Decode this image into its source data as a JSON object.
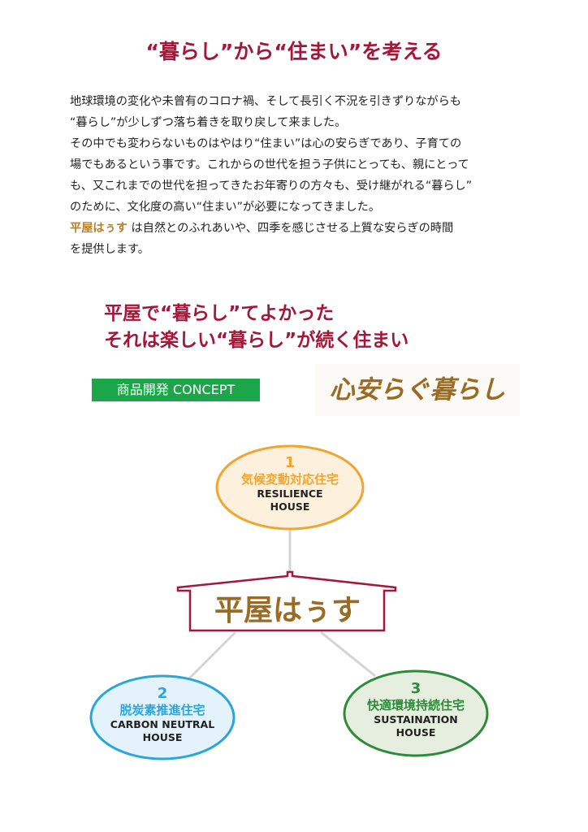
{
  "title": "“暮らし”から“住まい”を考える",
  "body": {
    "lines": [
      "地球環境の変化や未曾有のコロナ禍、そして長引く不況を引きずりながらも",
      "“暮らし”が少しずつ落ち着きを取り戻して来ました。",
      "その中でも変わらないものはやはり“住まい”は心の安らぎであり、子育ての",
      "場でもあるという事です。これからの世代を担う子供にとっても、親にとって",
      "も、又これまでの世代を担ってきたお年寄りの方々も、受け継がれる“暮らし”",
      "のために、文化度の高い“住まい”が必要になってきました。"
    ],
    "brand": "平屋はぅす",
    "last_line_rest": " は自然とのふれあいや、四季を感じさせる上質な安らぎの時間",
    "final_line": "を提供します。"
  },
  "subheading": [
    "平屋で“暮らし”てよかった",
    "それは楽しい“暮らし”が続く住まい"
  ],
  "badge": "商品開発 CONCEPT",
  "calligraphy": "心安らぐ暮らし",
  "diagram": {
    "center": "平屋はぅす",
    "nodes": [
      {
        "number": "1",
        "jp": "気候変動対応住宅",
        "en1": "RESILIENCE",
        "en2": "HOUSE",
        "color": "#f0a531",
        "fill": "#fdf1de"
      },
      {
        "number": "2",
        "jp": "脱炭素推進住宅",
        "en1": "CARBON NEUTRAL",
        "en2": "HOUSE",
        "color": "#2aa6dd",
        "fill": "#e4f3fb"
      },
      {
        "number": "3",
        "jp": "快適環境持続住宅",
        "en1": "SUSTAINATION",
        "en2": "HOUSE",
        "color": "#2e8b3a",
        "fill": "#e6efdf"
      }
    ]
  }
}
